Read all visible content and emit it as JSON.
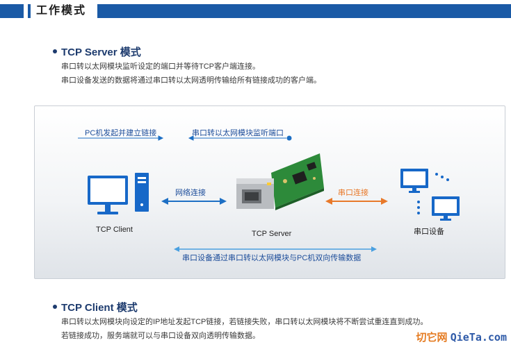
{
  "header": {
    "title": "工作模式"
  },
  "server_section": {
    "title": "TCP Server 模式",
    "lines": [
      "串口转以太网模块监听设定的端口并等待TCP客户端连接。",
      "串口设备发送的数据将通过串口转以太网透明传输给所有链接成功的客户端。"
    ]
  },
  "diagram": {
    "top_label_left": "PC机发起并建立链接",
    "top_label_right": "串口转以太网模块监听端口",
    "link_left": "网络连接",
    "link_right": "串口连接",
    "node_client": "TCP Client",
    "node_server": "TCP Server",
    "node_serial": "串口设备",
    "bottom_label": "串口设备通过串口转以太网模块与PC机双向传输数据",
    "colors": {
      "blue": "#1d6fc4",
      "orange": "#e8792a",
      "device": "#1768c8"
    }
  },
  "client_section": {
    "title": "TCP Client 模式",
    "lines": [
      "串口转以太网模块向设定的IP地址发起TCP链接，若链接失败，串口转以太网模块将不断尝试重连直到成功。",
      "若链接成功，服务端就可以与串口设备双向透明传输数据。"
    ]
  },
  "watermark": {
    "cn": "切它网",
    "en": "QieTa.com"
  }
}
